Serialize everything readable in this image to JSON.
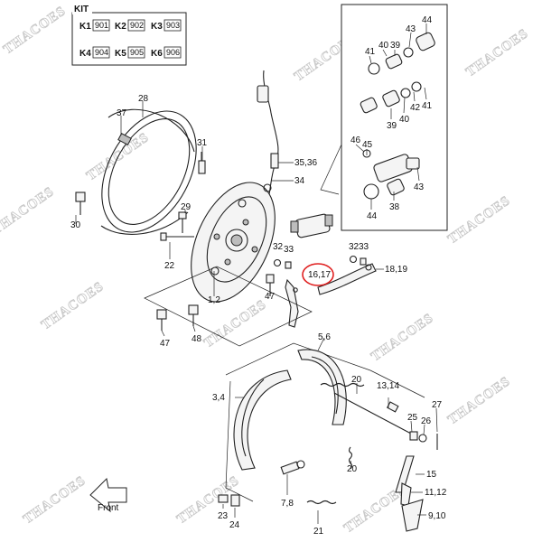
{
  "kit": {
    "title": "KIT",
    "items": [
      {
        "key": "K1",
        "code": "901"
      },
      {
        "key": "K2",
        "code": "902"
      },
      {
        "key": "K3",
        "code": "903"
      },
      {
        "key": "K4",
        "code": "904"
      },
      {
        "key": "K5",
        "code": "905"
      },
      {
        "key": "K6",
        "code": "906"
      }
    ]
  },
  "watermark": "THACOES",
  "front_label": "Front",
  "highlight_color": "#e02020",
  "callouts": {
    "c28": "28",
    "c37": "37",
    "c31": "31",
    "c30": "30",
    "c29": "29",
    "c22": "22",
    "c35_36": "35,36",
    "c34": "34",
    "c32a": "32",
    "c33a": "33",
    "c16_17": "16,17",
    "c32b": "32",
    "c33b": "33",
    "c18_19": "18,19",
    "c47a": "47",
    "c1_2": "1,2",
    "c47b": "47",
    "c48": "48",
    "c5_6": "5,6",
    "c3_4": "3,4",
    "c20a": "20",
    "c13_14": "13,14",
    "c25": "25",
    "c26": "26",
    "c27": "27",
    "c20b": "20",
    "c15": "15",
    "c11_12": "11,12",
    "c9_10": "9,10",
    "c21": "21",
    "c7_8": "7,8",
    "c23": "23",
    "c24": "24",
    "c44a": "44",
    "c43a": "43",
    "c41a": "41",
    "c40a": "40",
    "c39a": "39",
    "c39b": "39",
    "c40b": "40",
    "c42": "42",
    "c41b": "41",
    "c46": "46",
    "c45": "45",
    "c43b": "43",
    "c38": "38",
    "c44b": "44"
  }
}
